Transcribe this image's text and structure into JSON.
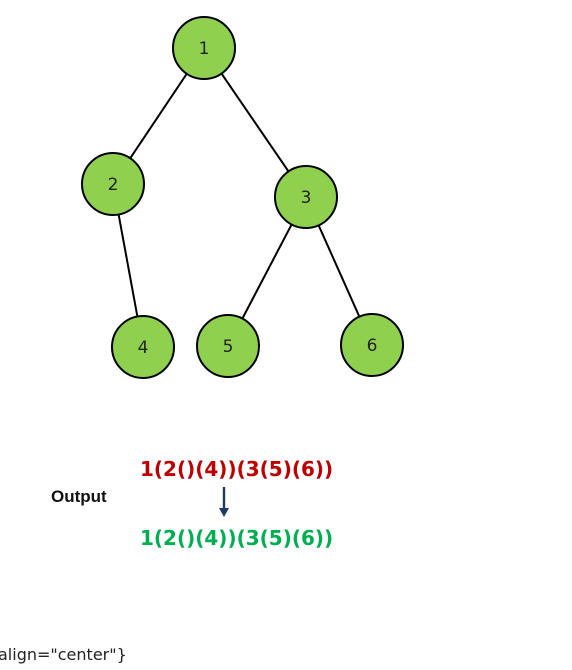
{
  "diagram": {
    "nodes": [
      {
        "id": "1",
        "label": "1"
      },
      {
        "id": "2",
        "label": "2"
      },
      {
        "id": "3",
        "label": "3"
      },
      {
        "id": "4",
        "label": "4"
      },
      {
        "id": "5",
        "label": "5"
      },
      {
        "id": "6",
        "label": "6"
      }
    ],
    "edges": [
      {
        "from": "1",
        "to": "2"
      },
      {
        "from": "1",
        "to": "3"
      },
      {
        "from": "2",
        "to": "4"
      },
      {
        "from": "3",
        "to": "5"
      },
      {
        "from": "3",
        "to": "6"
      }
    ],
    "colors": {
      "node_fill": "#8fd14f",
      "node_stroke": "#000000",
      "edge": "#000000",
      "input_text": "#c00000",
      "output_text": "#00b050",
      "arrow": "#1f3864"
    }
  },
  "output": {
    "label": "Output",
    "input_string": "1(2()(4))(3(5)(6))",
    "result_string": "1(2()(4))(3(5)(6))"
  },
  "footer": {
    "text": "align=\"center\"}"
  }
}
